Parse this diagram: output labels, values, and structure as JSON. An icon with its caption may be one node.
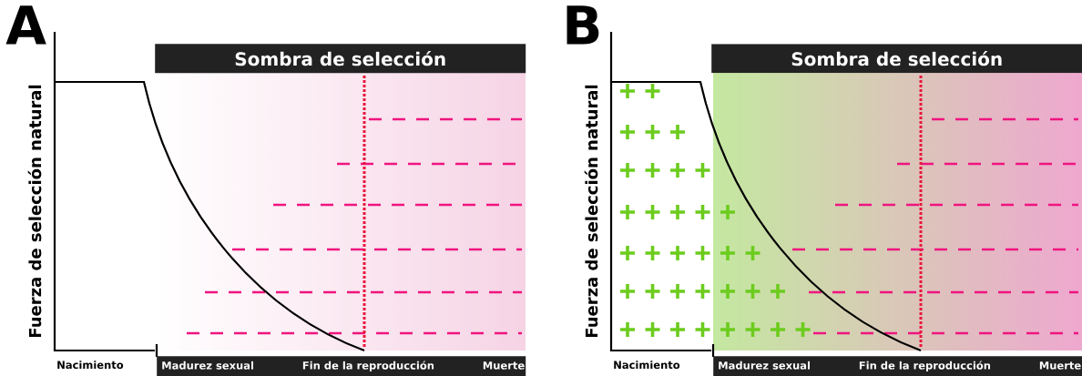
{
  "diagram": {
    "nodes": [
      {
        "text": [
          "Sombra de selección"
        ]
      },
      {
        "text": [
          "Madurez sexual",
          "Fin de la reproducción",
          "Muerte"
        ]
      },
      {
        "text": [
          "Sombra de selección"
        ]
      },
      {
        "text": [
          "Madurez sexual",
          "Fin de la reproducción",
          "Muerte"
        ]
      }
    ],
    "labels": [
      "A",
      "Fuerza de selección natural",
      "Nacimiento",
      "B",
      "Fuerza de selección natural",
      "Nacimiento"
    ]
  }
}
